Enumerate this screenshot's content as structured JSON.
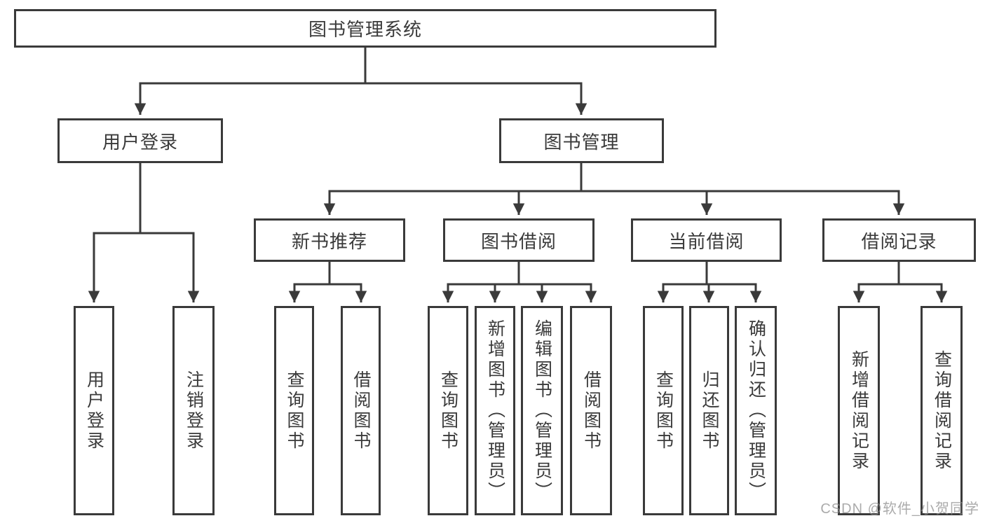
{
  "tree": {
    "root": {
      "label": "图书管理系统",
      "children": [
        {
          "label": "用户登录",
          "children": [
            {
              "label": "用户登录"
            },
            {
              "label": "注销登录"
            }
          ]
        },
        {
          "label": "图书管理",
          "children": [
            {
              "label": "新书推荐",
              "children": [
                {
                  "label": "查询图书"
                },
                {
                  "label": "借阅图书"
                }
              ]
            },
            {
              "label": "图书借阅",
              "children": [
                {
                  "label": "查询图书"
                },
                {
                  "label": "新增图书（管理员）"
                },
                {
                  "label": "编辑图书（管理员）"
                },
                {
                  "label": "借阅图书"
                }
              ]
            },
            {
              "label": "当前借阅",
              "children": [
                {
                  "label": "查询图书"
                },
                {
                  "label": "归还图书"
                },
                {
                  "label": "确认归还（管理员）"
                }
              ]
            },
            {
              "label": "借阅记录",
              "children": [
                {
                  "label": "新增借阅记录"
                },
                {
                  "label": "查询借阅记录"
                }
              ]
            }
          ]
        }
      ]
    }
  },
  "watermark": {
    "text": "CSDN @软件_小贺同学"
  },
  "colors": {
    "line": "#3a3a3a",
    "text": "#3a3a3a",
    "background": "#ffffff",
    "watermark": "#8f8f8f"
  }
}
